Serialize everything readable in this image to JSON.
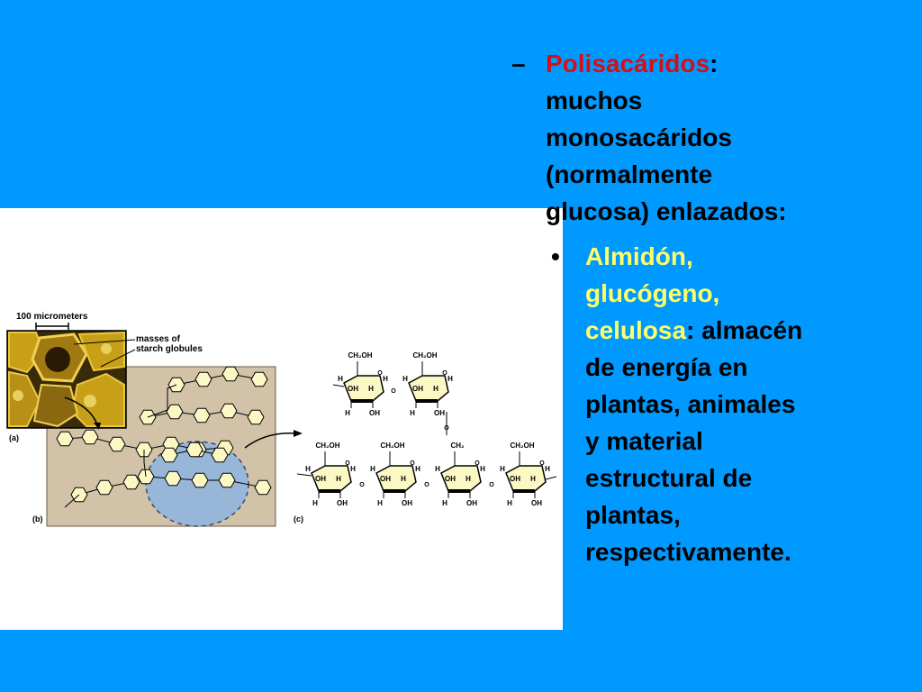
{
  "colors": {
    "background": "#0099ff",
    "highlight_red": "#d21016",
    "highlight_yellow": "#ffff66",
    "panel_tan": "#d2c2a8",
    "ellipse_blue": "#98b6d8",
    "glucose_ring": "#fcf8c4",
    "micrograph": "#c8a018"
  },
  "slide": {
    "dash_marker": "–",
    "bullet_marker": "•",
    "item1": {
      "term": "Polisacáridos",
      "rest_lines": [
        ": ",
        "muchos",
        "monosacáridos",
        "(normalmente",
        "glucosa) enlazados:"
      ]
    },
    "item2": {
      "term1": "Almidón,",
      "term2": "glucógeno,",
      "term3": "celulosa",
      "rest_lines": [
        ": almacén",
        "de energía en",
        "plantas, animales",
        "y material",
        "estructural de",
        "plantas,",
        "respectivamente."
      ]
    }
  },
  "figure": {
    "scale_label": "100 micrometers",
    "callout_line1": "masses of",
    "callout_line2": "starch globules",
    "label_a": "(a)",
    "label_b": "(b)",
    "label_c": "(c)",
    "ch2oh": "CH₂OH",
    "ch2": "CH₂",
    "h": "H",
    "oh": "OH",
    "o": "O"
  }
}
